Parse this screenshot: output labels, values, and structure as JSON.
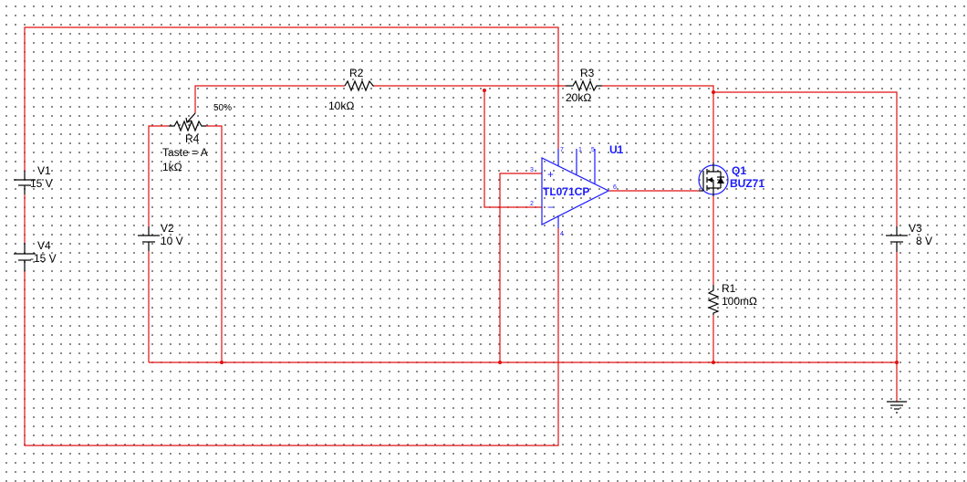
{
  "components": {
    "V1": {
      "ref": "V1",
      "value": "15 V"
    },
    "V4": {
      "ref": "V4",
      "value": "-15 V"
    },
    "V2": {
      "ref": "V2",
      "value": "10 V"
    },
    "V3": {
      "ref": "V3",
      "value": "8 V"
    },
    "R1": {
      "ref": "R1",
      "value": "100mΩ"
    },
    "R2": {
      "ref": "R2",
      "value": "10kΩ"
    },
    "R3": {
      "ref": "R3",
      "value": "20kΩ"
    },
    "R4": {
      "ref": "R4",
      "key": "Taste = A",
      "value": "1kΩ",
      "percent": "50%"
    },
    "U1": {
      "ref": "U1",
      "part": "TL071CP",
      "pins": {
        "p7": "7",
        "p1": "1",
        "p5": "5",
        "p3": "3",
        "p2": "2",
        "p6": "6",
        "p4": "4"
      },
      "plus": "+",
      "minus": "−"
    },
    "Q1": {
      "ref": "Q1",
      "part": "BUZ71"
    }
  },
  "colors": {
    "wire": "#e01010",
    "component": "#000000",
    "opamp": "#1a1aff"
  }
}
